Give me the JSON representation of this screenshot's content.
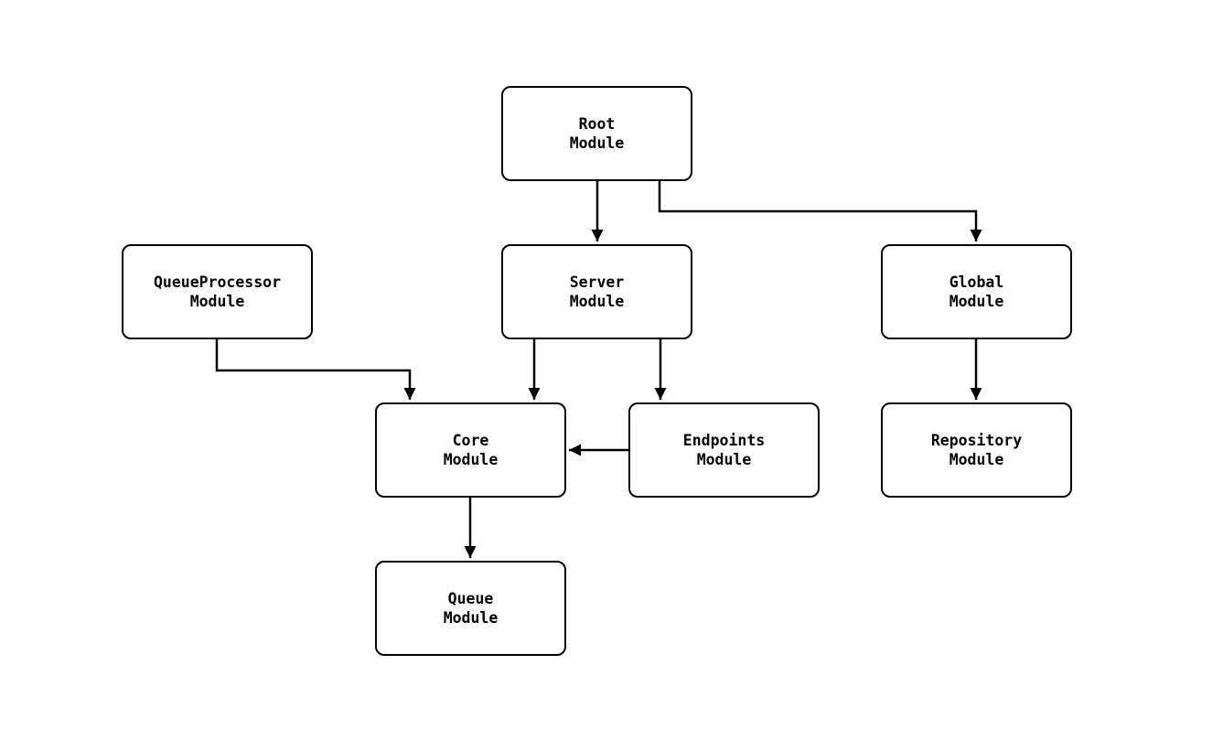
{
  "diagram": {
    "nodes": [
      {
        "id": "root-module",
        "line1": "Root",
        "line2": "Module"
      },
      {
        "id": "queueprocessor-module",
        "line1": "QueueProcessor",
        "line2": "Module"
      },
      {
        "id": "server-module",
        "line1": "Server",
        "line2": "Module"
      },
      {
        "id": "global-module",
        "line1": "Global",
        "line2": "Module"
      },
      {
        "id": "core-module",
        "line1": "Core",
        "line2": "Module"
      },
      {
        "id": "endpoints-module",
        "line1": "Endpoints",
        "line2": "Module"
      },
      {
        "id": "repository-module",
        "line1": "Repository",
        "line2": "Module"
      },
      {
        "id": "queue-module",
        "line1": "Queue",
        "line2": "Module"
      }
    ],
    "edges": [
      {
        "from": "root-module",
        "to": "server-module"
      },
      {
        "from": "root-module",
        "to": "global-module"
      },
      {
        "from": "queueprocessor-module",
        "to": "core-module"
      },
      {
        "from": "server-module",
        "to": "core-module"
      },
      {
        "from": "server-module",
        "to": "endpoints-module"
      },
      {
        "from": "endpoints-module",
        "to": "core-module"
      },
      {
        "from": "global-module",
        "to": "repository-module"
      },
      {
        "from": "core-module",
        "to": "queue-module"
      }
    ],
    "colors": {
      "background": "#ffffff",
      "node_fill": "#ffffff",
      "node_border": "#000000",
      "edge": "#000000",
      "text": "#000000"
    }
  }
}
